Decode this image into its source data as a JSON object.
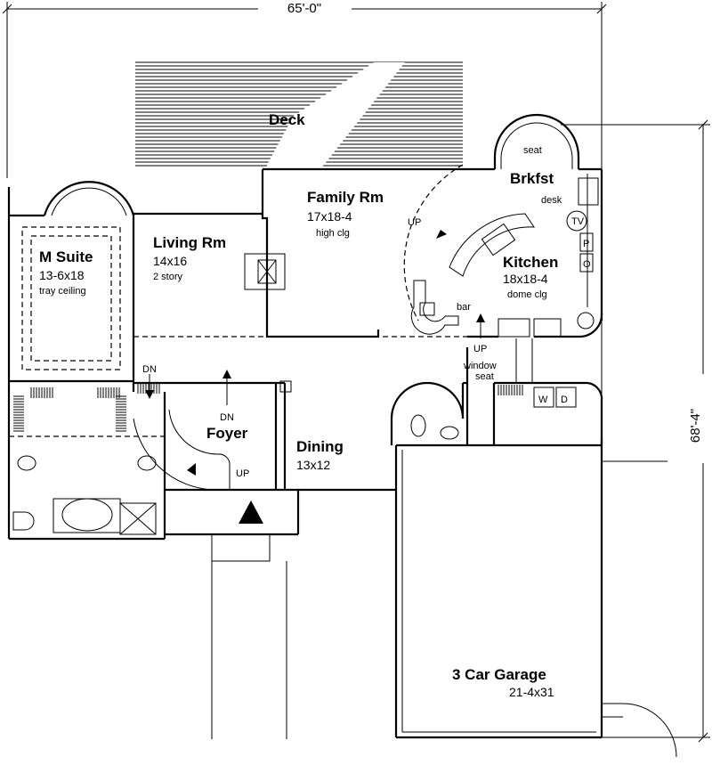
{
  "plan": {
    "dimensions": {
      "width": "65'-0\"",
      "depth": "68'-4\""
    },
    "rooms": {
      "deck": {
        "name": "Deck"
      },
      "family": {
        "name": "Family Rm",
        "size": "17x18-4",
        "note": "high clg"
      },
      "brkfst": {
        "name": "Brkfst"
      },
      "kitchen": {
        "name": "Kitchen",
        "size": "18x18-4",
        "note": "dome clg"
      },
      "living": {
        "name": "Living Rm",
        "size": "14x16",
        "note": "2 story"
      },
      "msuite": {
        "name": "M Suite",
        "size": "13-6x18",
        "note": "tray ceiling"
      },
      "foyer": {
        "name": "Foyer"
      },
      "dining": {
        "name": "Dining",
        "size": "13x12"
      },
      "garage": {
        "name": "3 Car Garage",
        "size": "21-4x31"
      }
    },
    "annotations": {
      "seat": "seat",
      "desk": "desk",
      "tv": "TV",
      "p": "P",
      "o": "O",
      "bar": "bar",
      "window_seat_1": "window",
      "window_seat_2": "seat",
      "up_family": "UP",
      "up_kitchen": "UP",
      "dn_hall": "DN",
      "dn_foyer": "DN",
      "up_foyer": "UP",
      "w": "W",
      "d": "D"
    }
  }
}
